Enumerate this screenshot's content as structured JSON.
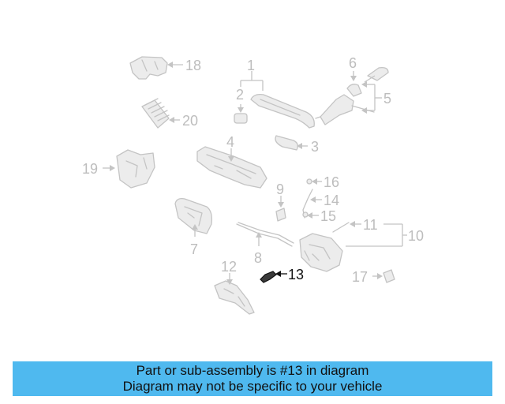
{
  "diagram": {
    "callouts": [
      "1",
      "2",
      "3",
      "4",
      "5",
      "6",
      "7",
      "8",
      "9",
      "10",
      "11",
      "12",
      "13",
      "14",
      "15",
      "16",
      "17",
      "18",
      "19",
      "20"
    ],
    "highlighted": "13",
    "colors": {
      "part": "#c4c4c4",
      "highlight": "#111111",
      "banner": "#4fb9ef"
    }
  },
  "banner": {
    "line1": "Part or sub-assembly is #13 in diagram",
    "line2": "Diagram may not be specific to your vehicle"
  }
}
